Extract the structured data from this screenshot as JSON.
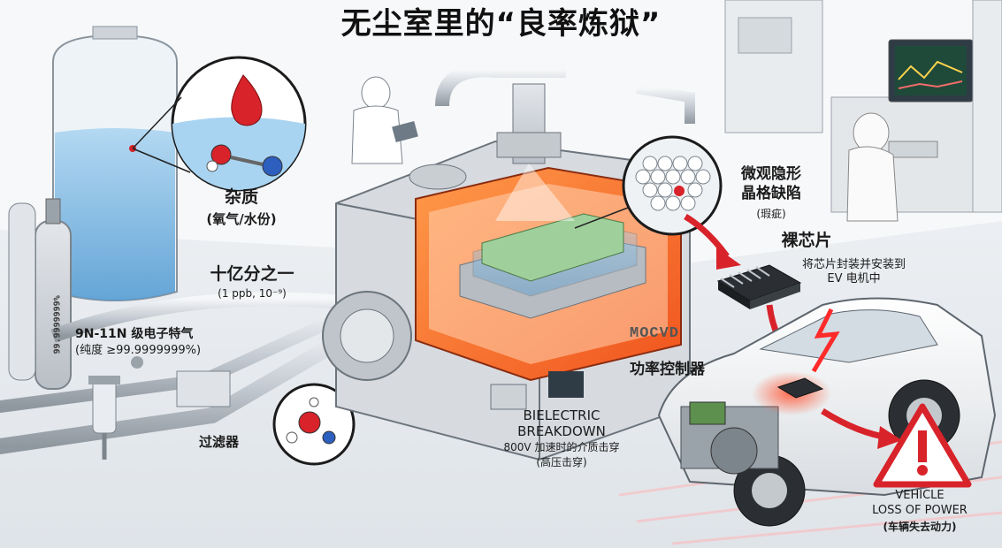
{
  "title": "无尘室里的“良率炼狱”",
  "labels": {
    "impurity": "杂质",
    "impurity_sub": "(氧气/水份)",
    "ppb": "十亿分之一",
    "ppb_sub": "(1 ppb, 10⁻⁹)",
    "gas_grade": "9N-11N 级电子特气",
    "gas_purity": "(纯度 ≥99.9999999%)",
    "cylinder_text": "99.9999999%",
    "filter": "过滤器",
    "defect": "微观隐形",
    "defect2": "晶格缺陷",
    "defect_sub": "(瑕疵)",
    "bare_die": "裸芯片",
    "bare_die_sub1": "将芯片封装并安装到",
    "bare_die_sub2": "EV 电机中",
    "mocvd": "MOCVD",
    "power_controller": "功率控制器",
    "breakdown1": "BIELECTRIC",
    "breakdown2": "BREAKDOWN",
    "breakdown_sub1": "800V 加速时的介质击穿",
    "breakdown_sub2": "(高压击穿)",
    "vehicle1": "VEHICLE",
    "vehicle2": "LOSS OF POWER",
    "vehicle_sub": "(车辆失去动力)"
  },
  "colors": {
    "chamber_hot": "#ff7a2f",
    "warning_red": "#d8232a",
    "water_blue": "#5aa7dc",
    "wafer_green": "#8fcf8a"
  }
}
